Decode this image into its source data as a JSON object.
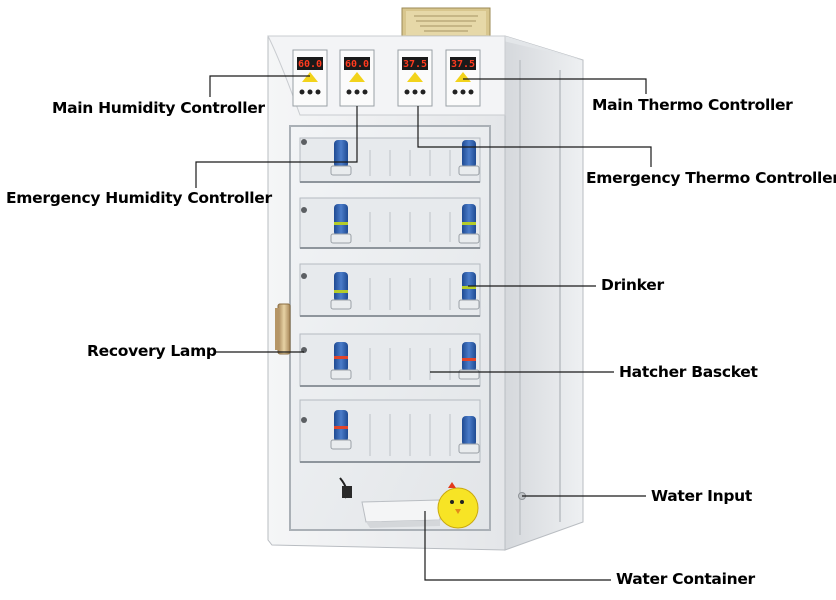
{
  "labels": {
    "main_humidity_controller": "Main Humidity Controller",
    "main_thermo_controller": "Main Thermo Controller",
    "emergency_humidity_controller": "Emergency Humidity Controller",
    "emergency_thermo_controller": "Emergency Thermo Controller",
    "drinker": "Drinker",
    "recovery_lamp": "Recovery Lamp",
    "hatcher_basket": "Hatcher Bascket",
    "water_input": "Water Input",
    "water_container": "Water Container"
  },
  "controllers": {
    "humidity_main_display": "60.0",
    "humidity_emergency_display": "60.0",
    "thermo_emergency_display": "37.5",
    "thermo_main_display": "37.5"
  },
  "colors": {
    "cabinet_body": "#eceef0",
    "cabinet_side": "#d9dcdf",
    "display_text": "#ff3b1f",
    "drinker_blue": "#2f5fae",
    "drinker_band": "#b4cc2a",
    "handle_gold": "#c9a96b"
  }
}
